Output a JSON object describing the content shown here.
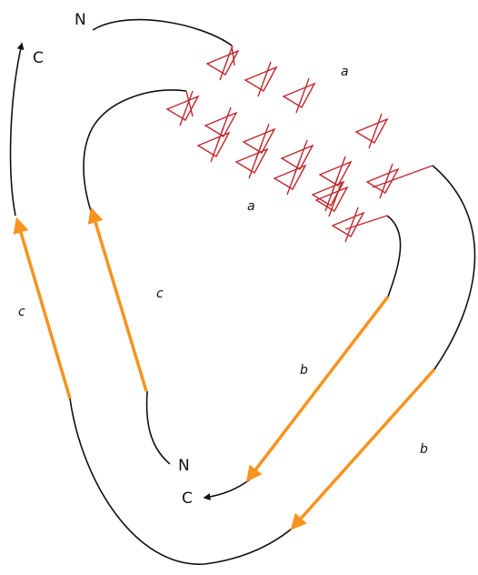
{
  "labels": {
    "outer_start": "N",
    "outer_end": "C",
    "inner_start": "N",
    "inner_end": "C",
    "a_upper": "a",
    "a_lower": "a",
    "c_outer": "c",
    "c_inner": "c",
    "b_inner": "b",
    "b_outer": "b"
  },
  "colors": {
    "wire": "#111111",
    "current_arrow": "#f7931e",
    "zigzag": "#c1272d"
  }
}
